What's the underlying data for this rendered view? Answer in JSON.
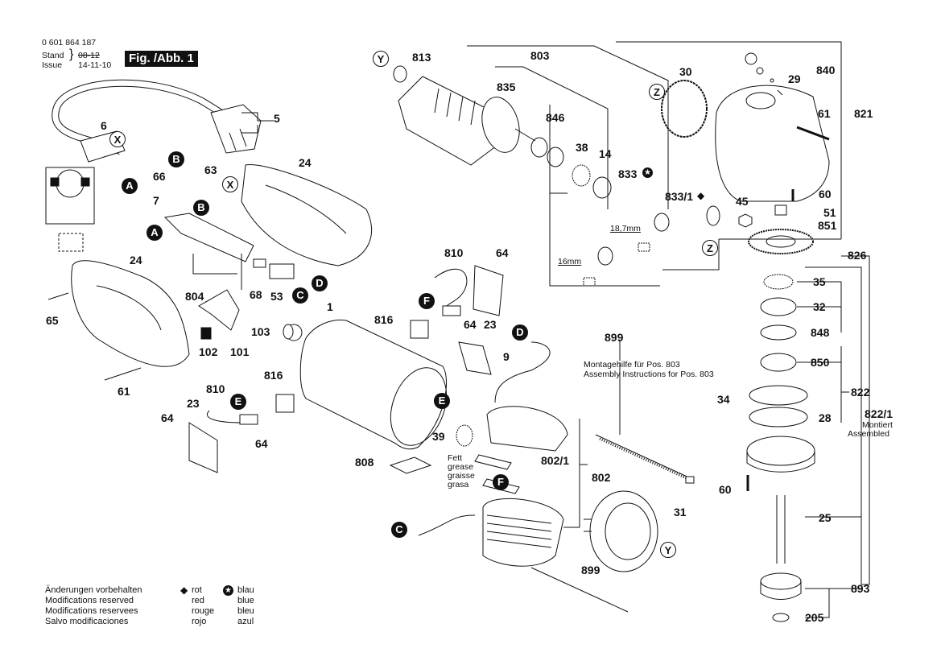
{
  "header": {
    "part_number": "0 601 864 187",
    "stand_label": "Stand",
    "issue_label": "Issue",
    "stand_date_struck": "08-12",
    "issue_date": "14-11-10",
    "figure_label": "Fig. /Abb. 1"
  },
  "callouts": {
    "A1": "A",
    "A2": "A",
    "B1": "B",
    "B2": "B",
    "C1": "C",
    "C2": "C",
    "D1": "D",
    "D2": "D",
    "E1": "E",
    "E2": "E",
    "F1": "F",
    "F2": "F",
    "X1": "X",
    "X2": "X",
    "Y1": "Y",
    "Y2": "Y",
    "Z1": "Z",
    "Z2": "Z"
  },
  "parts": {
    "p5": "5",
    "p6": "6",
    "p66": "66",
    "p63": "63",
    "p7": "7",
    "p24a": "24",
    "p24b": "24",
    "p804": "804",
    "p68": "68",
    "p53": "53",
    "p65": "65",
    "p102": "102",
    "p101": "101",
    "p61a": "61",
    "p103": "103",
    "p1": "1",
    "p810a": "810",
    "p64a": "64",
    "p816a": "816",
    "p64b": "64",
    "p23a": "23",
    "p9": "9",
    "p816b": "816",
    "p810b": "810",
    "p23b": "23",
    "p64c": "64",
    "p64d": "64",
    "p39": "39",
    "p808": "808",
    "p802_1": "802/1",
    "p802": "802",
    "p31": "31",
    "p899a": "899",
    "p899b": "899",
    "p813": "813",
    "p803": "803",
    "p835": "835",
    "p846": "846",
    "p38": "38",
    "p14": "14",
    "p833": "833",
    "p833_1": "833/1",
    "p30": "30",
    "p840": "840",
    "p29": "29",
    "p61b": "61",
    "p821": "821",
    "p60a": "60",
    "p45": "45",
    "p51": "51",
    "p851": "851",
    "p826": "826",
    "p35": "35",
    "p32": "32",
    "p848": "848",
    "p850": "850",
    "p34": "34",
    "p28": "28",
    "p822": "822",
    "p822_1": "822/1",
    "p60b": "60",
    "p25": "25",
    "p893": "893",
    "p205": "205"
  },
  "notes": {
    "assembly_de": "Montagehilfe für Pos. 803",
    "assembly_en": "Assembly Instructions for Pos. 803",
    "grease": [
      "Fett",
      "grease",
      "graisse",
      "grasa"
    ],
    "assembled": [
      "Montiert",
      "Assembled"
    ],
    "dim_18_7": "18,7mm",
    "dim_16": "16mm"
  },
  "legend": {
    "modifications": [
      "Änderungen vorbehalten",
      "Modifications reserved",
      "Modifications reservees",
      "Salvo modificaciones"
    ],
    "red": [
      "rot",
      "red",
      "rouge",
      "rojo"
    ],
    "blue": [
      "blau",
      "blue",
      "bleu",
      "azul"
    ],
    "red_symbol": "diamond",
    "blue_symbol": "star-in-circle"
  }
}
